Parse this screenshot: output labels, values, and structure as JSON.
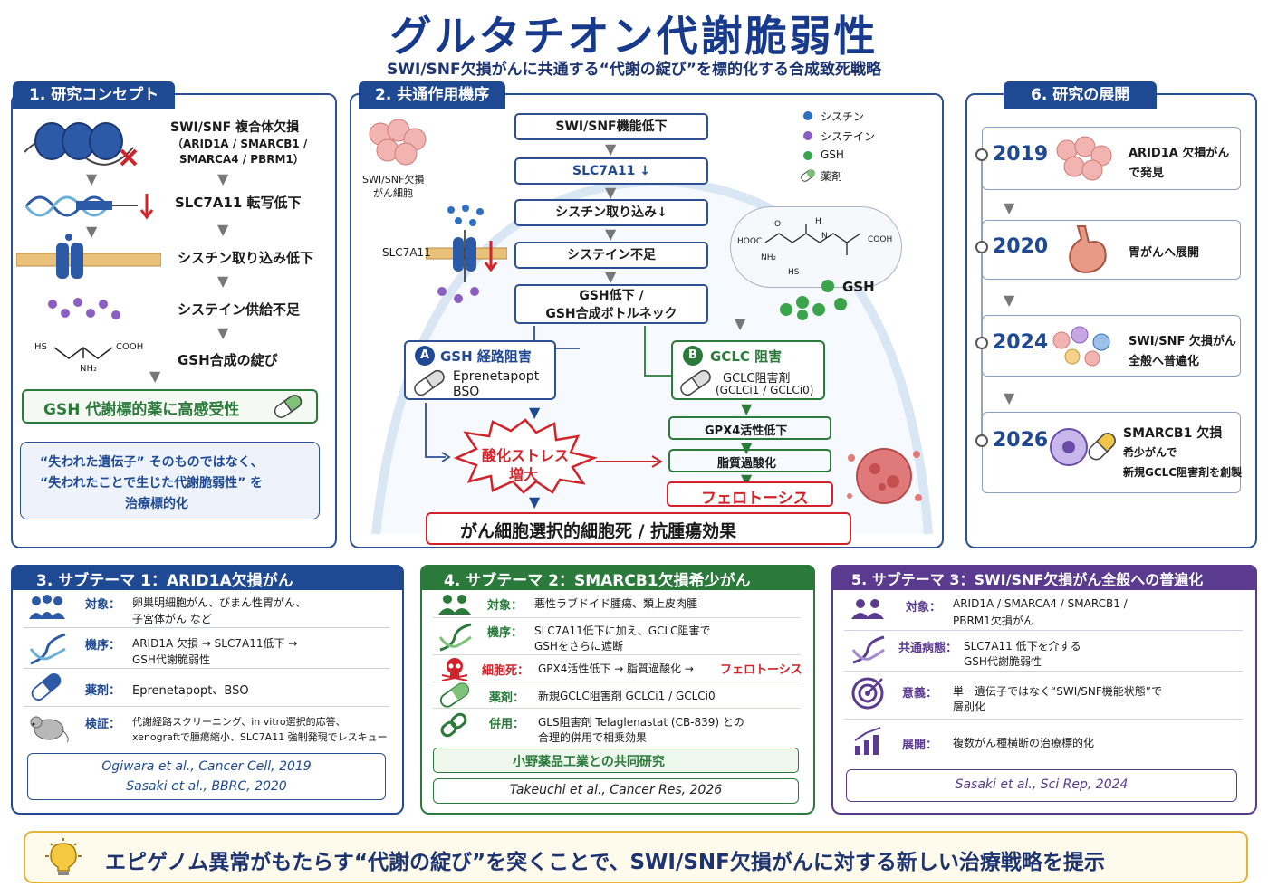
{
  "header": {
    "title": "グルタチオン代謝脆弱性",
    "subtitle": "SWI/SNF欠損がんに共通する“代謝の綻び”を標的化する合成致死戦略"
  },
  "concept": {
    "heading": "1. 研究コンセプト",
    "steps": [
      "SWI/SNF 複合体欠損",
      "（ARID1A / SMARCB1 /",
      "SMARCA4 / PBRM1）",
      "SLC7A11 転写低下",
      "シスチン取り込み低下",
      "システイン供給不足",
      "GSH合成の綻び"
    ],
    "mol_hs": "HS",
    "mol_cooh": "COOH",
    "mol_nh2": "NH₂",
    "result": "GSH 代謝標的薬に高感受性",
    "quote": [
      "“失われた遺伝子” そのものではなく、",
      "“失われたことで生じた代謝脆弱性” を",
      "治療標的化"
    ]
  },
  "mechanism": {
    "heading": "2. 共通作用機序",
    "cell_label": [
      "SWI/SNF欠損",
      "がん細胞"
    ],
    "transporter_label": "SLC7A11",
    "flow": [
      "SWI/SNF機能低下",
      "SLC7A11 ↓",
      "シスチン取り込み↓",
      "システイン不足",
      "GSH低下 /",
      "GSH合成ボトルネック"
    ],
    "legend": [
      "シスチン",
      "システイン",
      "GSH",
      "薬剤"
    ],
    "gsh_label": "GSH",
    "chem": {
      "hooc": "HOOC",
      "cooh": "COOH",
      "nh2": "NH₂",
      "hs": "HS",
      "n": "N",
      "o": "O",
      "h": "H"
    },
    "pathA": {
      "badge": "A",
      "title": "GSH 経路阻害",
      "drugs": [
        "Eprenetapopt",
        "BSO"
      ]
    },
    "pathB": {
      "badge": "B",
      "title": "GCLC 阻害",
      "drugs": [
        "GCLC阻害剤",
        "(GCLCi1 / GCLCi0)"
      ]
    },
    "steps_b": [
      "GPX4活性低下",
      "脂質過酸化"
    ],
    "stress": [
      "酸化ストレス",
      "増大"
    ],
    "ferroptosis": "フェロトーシス",
    "final": "がん細胞選択的細胞死 / 抗腫瘍効果"
  },
  "development": {
    "heading": "6. 研究の展開",
    "items": [
      {
        "year": "2019",
        "text": [
          "ARID1A 欠損がん",
          "で発見"
        ]
      },
      {
        "year": "2020",
        "text": [
          "胃がんへ展開"
        ]
      },
      {
        "year": "2024",
        "text": [
          "SWI/SNF 欠損がん",
          "全般へ普遍化"
        ]
      },
      {
        "year": "2026",
        "text": [
          "SMARCB1 欠損",
          "希少がんで",
          "新規GCLC阻害剤を創製"
        ]
      }
    ]
  },
  "sub1": {
    "heading": "3. サブテーマ 1：ARID1A欠損がん",
    "rows": [
      {
        "label": "対象：",
        "text": [
          "卵巣明細胞がん、びまん性胃がん、",
          "子宮体がん など"
        ]
      },
      {
        "label": "機序：",
        "text": [
          "ARID1A 欠損 → SLC7A11低下 →",
          "GSH代謝脆弱性"
        ]
      },
      {
        "label": "薬剤：",
        "text": [
          "Eprenetapopt、BSO"
        ]
      },
      {
        "label": "検証：",
        "text": [
          "代謝経路スクリーニング、in vitro選択的応答、",
          "xenograftで腫瘍縮小、SLC7A11 強制発現でレスキュー"
        ]
      }
    ],
    "refs": [
      "Ogiwara et al., Cancer Cell, 2019",
      "Sasaki et al., BBRC, 2020"
    ]
  },
  "sub2": {
    "heading": "4. サブテーマ 2：SMARCB1欠損希少がん",
    "rows": [
      {
        "label": "対象：",
        "text": [
          "悪性ラブドイド腫瘍、類上皮肉腫"
        ]
      },
      {
        "label": "機序：",
        "text": [
          "SLC7A11低下に加え、GCLC阻害で",
          "GSHをさらに遮断"
        ]
      },
      {
        "label": "細胞死：",
        "text": [
          "GPX4活性低下 → 脂質過酸化 → "
        ],
        "highlight": "フェロトーシス"
      },
      {
        "label": "薬剤：",
        "text": [
          "新規GCLC阻害剤  GCLCi1 / GCLCi0"
        ]
      },
      {
        "label": "併用：",
        "text": [
          "GLS阻害剤 Telaglenastat (CB-839) との",
          "合理的併用で相乗効果"
        ]
      }
    ],
    "collab": "小野薬品工業との共同研究",
    "ref": "Takeuchi et al., Cancer Res, 2026"
  },
  "sub3": {
    "heading": "5. サブテーマ 3：SWI/SNF欠損がん全般への普遍化",
    "rows": [
      {
        "label": "対象：",
        "text": [
          "ARID1A / SMARCA4 / SMARCB1 /",
          "PBRM1欠損がん"
        ]
      },
      {
        "label": "共通病態：",
        "text": [
          "SLC7A11 低下を介する",
          "GSH代謝脆弱性"
        ]
      },
      {
        "label": "意義：",
        "text": [
          "単一遺伝子ではなく“SWI/SNF機能状態”で",
          "層別化"
        ]
      },
      {
        "label": "展開：",
        "text": [
          "複数がん種横断の治療標的化"
        ]
      }
    ],
    "ref": "Sasaki et al., Sci Rep, 2024"
  },
  "footer": {
    "text": "エピゲノム異常がもたらす“代謝の綻び”を突くことで、SWI/SNF欠損がんに対する新しい治療戦略を提示"
  },
  "colors": {
    "navy": "#1f4a93",
    "green": "#2b7a3c",
    "purple": "#5b3b8f",
    "red": "#d2232a",
    "gold": "#e0b33a"
  }
}
